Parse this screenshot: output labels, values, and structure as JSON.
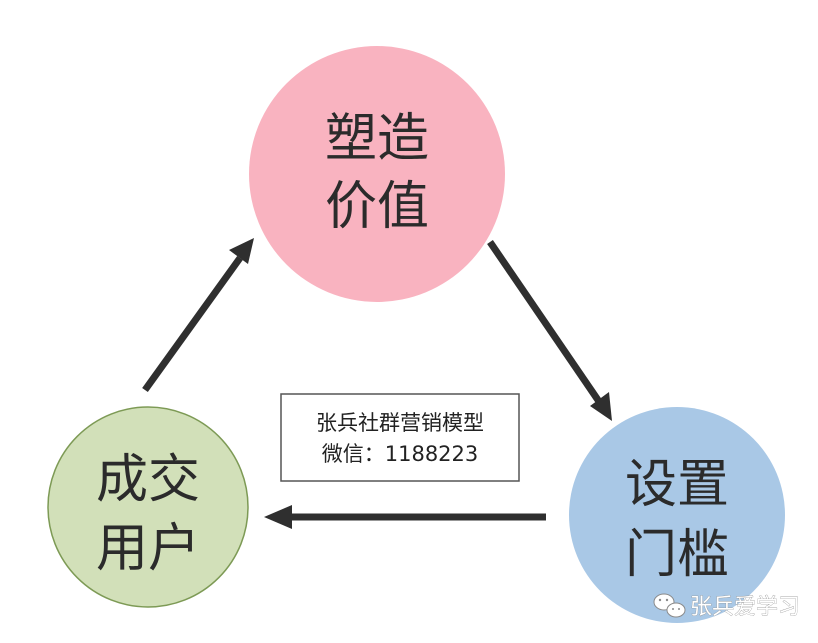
{
  "nodes": {
    "top": {
      "line1": "塑造",
      "line2": "价值",
      "color": "#f9b3c0"
    },
    "right": {
      "line1": "设置",
      "line2": "门槛",
      "color": "#a9c8e6"
    },
    "left": {
      "line1": "成交",
      "line2": "用户",
      "color": "#d2e0b9",
      "stroke": "#7d9a55"
    }
  },
  "center_box": {
    "line1": "张兵社群营销模型",
    "line2": "微信：1188223"
  },
  "watermark": {
    "text": "张兵爱学习",
    "icon": "wechat-icon"
  },
  "arrow_color": "#2f2f2f"
}
